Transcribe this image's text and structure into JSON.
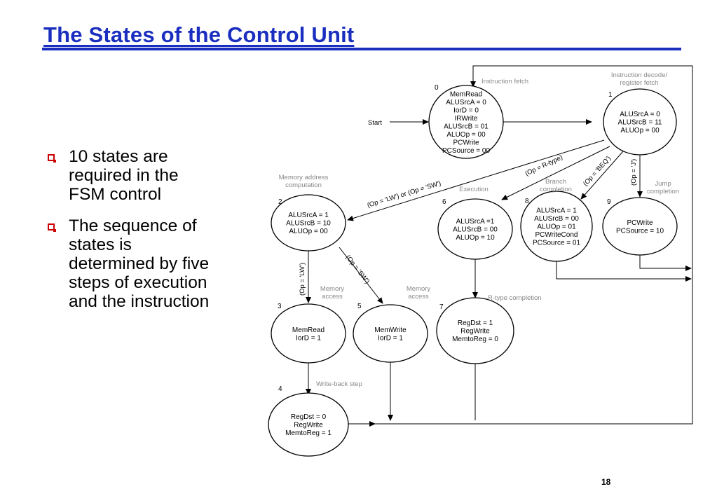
{
  "title": "The States of the Control Unit",
  "bullets": [
    {
      "text": "10 states are\nrequired in the\nFSM control"
    },
    {
      "text": "The sequence of\nstates is\ndetermined by five\nsteps of execution\nand the instruction"
    }
  ],
  "page_number": "18",
  "colors": {
    "title": "#1a2fbf",
    "bullet": "#cc0000",
    "note_text": "#888888"
  },
  "diagram": {
    "start_label": "Start",
    "states": [
      {
        "id": "0",
        "caption": [
          "Instruction fetch"
        ],
        "lines": [
          "MemRead",
          "ALUSrcA = 0",
          "IorD = 0",
          "IRWrite",
          "ALUSrcB = 01",
          "ALUOp = 00",
          "PCWrite",
          "PCSource = 00"
        ]
      },
      {
        "id": "1",
        "caption": [
          "Instruction decode/",
          "register fetch"
        ],
        "lines": [
          "ALUSrcA = 0",
          "ALUSrcB = 11",
          "ALUOp = 00"
        ]
      },
      {
        "id": "2",
        "caption": [
          "Memory address",
          "computation"
        ],
        "lines": [
          "ALUSrcA = 1",
          "ALUSrcB = 10",
          "ALUOp = 00"
        ]
      },
      {
        "id": "6",
        "caption": [
          "Execution"
        ],
        "lines": [
          "ALUSrcA =1",
          "ALUSrcB = 00",
          "ALUOp = 10"
        ]
      },
      {
        "id": "8",
        "caption": [
          "Branch",
          "completion"
        ],
        "lines": [
          "ALUSrcA = 1",
          "ALUSrcB = 00",
          "ALUOp = 01",
          "PCWriteCond",
          "PCSource = 01"
        ]
      },
      {
        "id": "9",
        "caption": [
          "Jump",
          "completion"
        ],
        "lines": [
          "PCWrite",
          "PCSource = 10"
        ]
      },
      {
        "id": "3",
        "caption": [
          "Memory",
          "access"
        ],
        "lines": [
          "MemRead",
          "IorD = 1"
        ]
      },
      {
        "id": "5",
        "caption": [
          "Memory",
          "access"
        ],
        "lines": [
          "MemWrite",
          "IorD = 1"
        ]
      },
      {
        "id": "7",
        "caption": [
          "R-type completion"
        ],
        "lines": [
          "RegDst = 1",
          "RegWrite",
          "MemtoReg = 0"
        ]
      },
      {
        "id": "4",
        "caption": [
          "Write-back step"
        ],
        "lines": [
          "RegDst = 0",
          "RegWrite",
          "MemtoReg = 1"
        ]
      }
    ],
    "transitions": [
      "(Op = 'LW') or (Op = 'SW')",
      "(Op = R-type)",
      "(Op = 'BEQ')",
      "(Op = 'J')",
      "(Op = 'LW')",
      "(Op = 'SW')"
    ]
  }
}
